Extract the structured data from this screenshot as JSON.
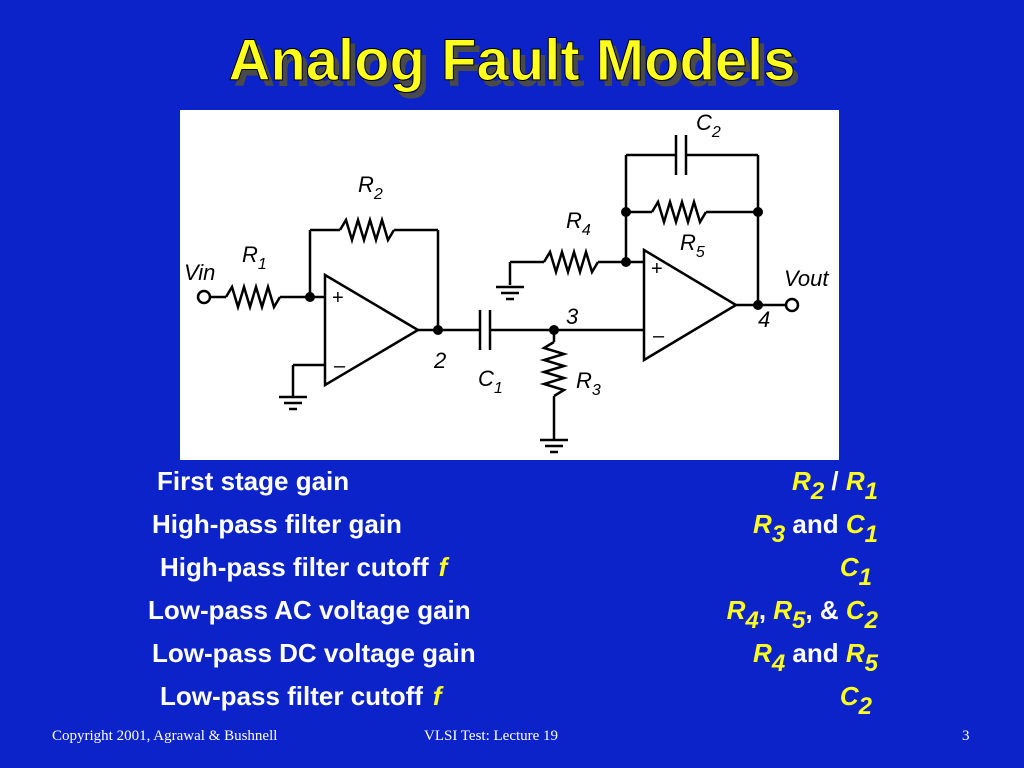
{
  "title": "Analog Fault Models",
  "circuit": {
    "vin": "Vin",
    "vout": "Vout",
    "r1": "R",
    "r1_sub": "1",
    "r2": "R",
    "r2_sub": "2",
    "r3": "R",
    "r3_sub": "3",
    "r4": "R",
    "r4_sub": "4",
    "r5": "R",
    "r5_sub": "5",
    "c1": "C",
    "c1_sub": "1",
    "c2": "C",
    "c2_sub": "2",
    "node2": "2",
    "node3": "3",
    "node4": "4",
    "plus": "+",
    "minus": "–"
  },
  "rows": [
    {
      "label": "First stage gain",
      "fvar": "",
      "v1": "R",
      "s1": "2",
      "sep1": " / ",
      "v2": "R",
      "s2": "1",
      "sep2": "",
      "v3": "",
      "s3": ""
    },
    {
      "label": "High-pass filter gain",
      "fvar": "",
      "v1": "R",
      "s1": "3",
      "sep1": " and ",
      "v2": "C",
      "s2": "1",
      "sep2": "",
      "v3": "",
      "s3": ""
    },
    {
      "label": "High-pass filter cutoff",
      "fvar": "f",
      "v1": "C",
      "s1": "1",
      "sep1": "",
      "v2": "",
      "s2": "",
      "sep2": "",
      "v3": "",
      "s3": ""
    },
    {
      "label": "Low-pass AC voltage gain",
      "fvar": "",
      "v1": "R",
      "s1": "4",
      "sep1": ", ",
      "v2": "R",
      "s2": "5",
      "sep2": ", & ",
      "v3": "C",
      "s3": "2"
    },
    {
      "label": "Low-pass DC voltage gain",
      "fvar": "",
      "v1": "R",
      "s1": "4",
      "sep1": " and ",
      "v2": "R",
      "s2": "5",
      "sep2": "",
      "v3": "",
      "s3": ""
    },
    {
      "label": "Low-pass filter cutoff",
      "fvar": "f",
      "v1": "C",
      "s1": "2",
      "sep1": "",
      "v2": "",
      "s2": "",
      "sep2": "",
      "v3": "",
      "s3": ""
    }
  ],
  "footer": {
    "copyright": "Copyright 2001, Agrawal & Bushnell",
    "course": "VLSI Test: Lecture 19",
    "page": "3"
  }
}
